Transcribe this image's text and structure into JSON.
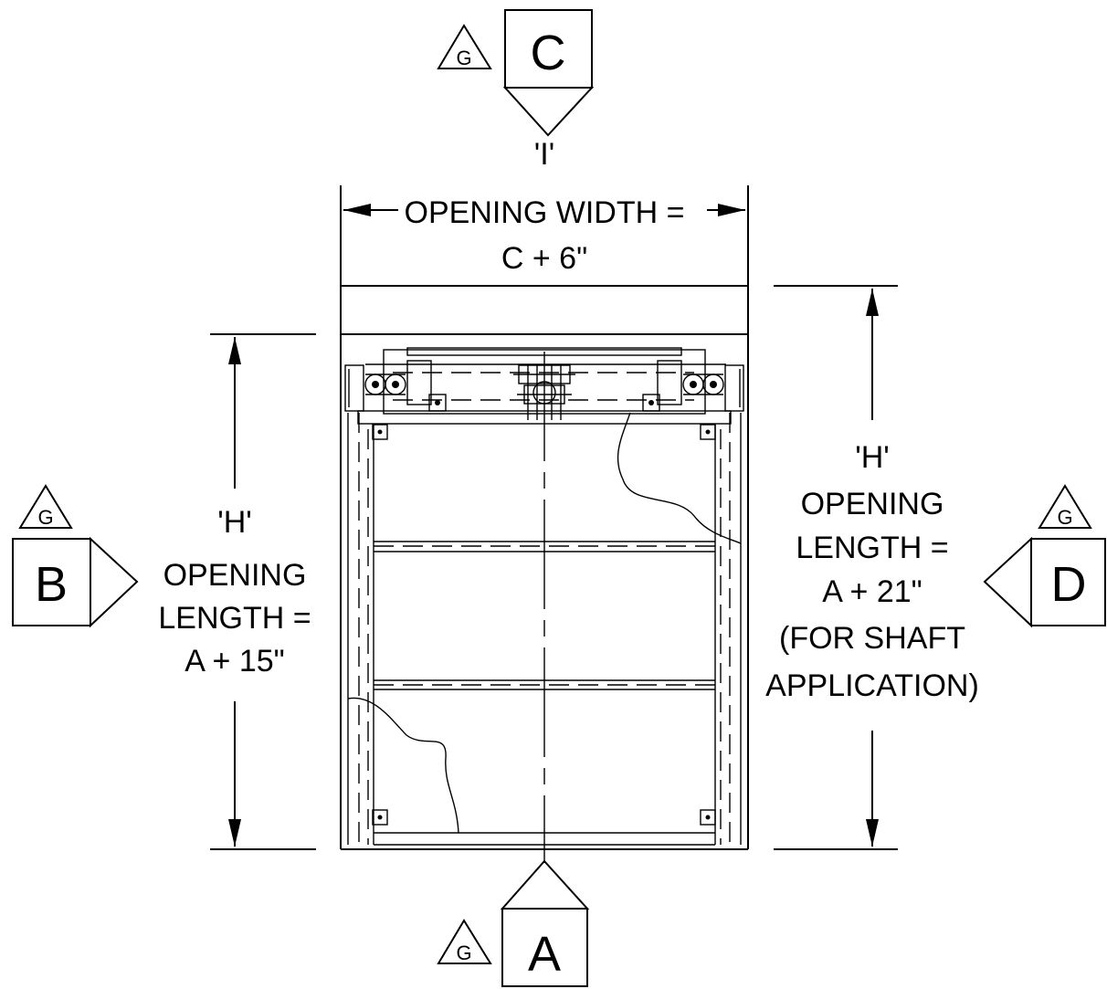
{
  "views": {
    "top": {
      "letter": "C",
      "grade": "G"
    },
    "left": {
      "letter": "B",
      "grade": "G"
    },
    "right": {
      "letter": "D",
      "grade": "G"
    },
    "bottom": {
      "letter": "A",
      "grade": "G"
    }
  },
  "width_dim": {
    "ref": "'I'",
    "line1": "OPENING  WIDTH  =",
    "line2": "C  +  6\""
  },
  "left_dim": {
    "ref": "'H'",
    "line1": "OPENING",
    "line2": "LENGTH  =",
    "line3": "A  +  15\""
  },
  "right_dim": {
    "ref": "'H'",
    "line1": "OPENING",
    "line2": "LENGTH  =",
    "line3": "A  +  21\"",
    "line4": "(FOR  SHAFT",
    "line5": "APPLICATION)"
  }
}
